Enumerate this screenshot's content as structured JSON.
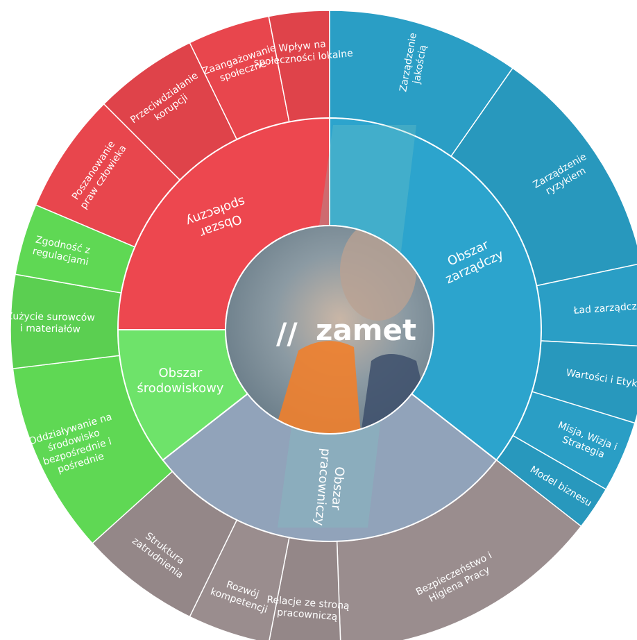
{
  "logo": {
    "text": "zamet",
    "mark": "//"
  },
  "colors": {
    "spoleczny": "#e8464d",
    "zarzadczy": "#2a9ec5",
    "pracowniczy": "#8b9db3",
    "srodowiskowy": "#5fd854",
    "outer_pracowniczy": "#9a8d8e",
    "photo_overlay": "#7ec8c4"
  },
  "areas": [
    {
      "id": "spoleczny",
      "label": [
        "Obszar",
        "społeczny"
      ],
      "topics": [
        {
          "label": [
            "Poszanowanie",
            "praw człowieka"
          ]
        },
        {
          "label": [
            "Przeciwdziałanie",
            "korupcji"
          ]
        },
        {
          "label": [
            "Zaangażowanie",
            "społeczne"
          ]
        },
        {
          "label": [
            "Wpływ na",
            "społeczności lokalne"
          ]
        }
      ]
    },
    {
      "id": "zarzadczy",
      "label": [
        "Obszar",
        "zarządczy"
      ],
      "topics": [
        {
          "label": [
            "Zarządzenie",
            "jakością"
          ]
        },
        {
          "label": [
            "Zarządzenie",
            "ryzykiem"
          ]
        },
        {
          "label": [
            "Ład zarządczy"
          ]
        },
        {
          "label": [
            "Wartości i Etyka"
          ]
        },
        {
          "label": [
            "Misja, Wizja i",
            "Strategia"
          ]
        },
        {
          "label": [
            "Model biznesu"
          ]
        }
      ]
    },
    {
      "id": "pracowniczy",
      "label": [
        "Obszar",
        "pracowniczy"
      ],
      "topics": [
        {
          "label": [
            "Bezpieczeństwo i",
            "Higiena Pracy"
          ]
        },
        {
          "label": [
            "Relacje ze stroną",
            "pracowniczą"
          ]
        },
        {
          "label": [
            "Rozwój",
            "kompetencji"
          ]
        },
        {
          "label": [
            "Struktura",
            "zatrudnienia"
          ]
        }
      ]
    },
    {
      "id": "srodowiskowy",
      "label": [
        "Obszar",
        "środowiskowy"
      ],
      "topics": [
        {
          "label": [
            "Oddziaływanie na",
            "środowisko",
            "bezpośrednie i",
            "pośrednie"
          ]
        },
        {
          "label": [
            "Zużycie surowców",
            "i materiałów"
          ]
        },
        {
          "label": [
            "Zgodność z",
            "regulacjami"
          ]
        }
      ]
    }
  ]
}
